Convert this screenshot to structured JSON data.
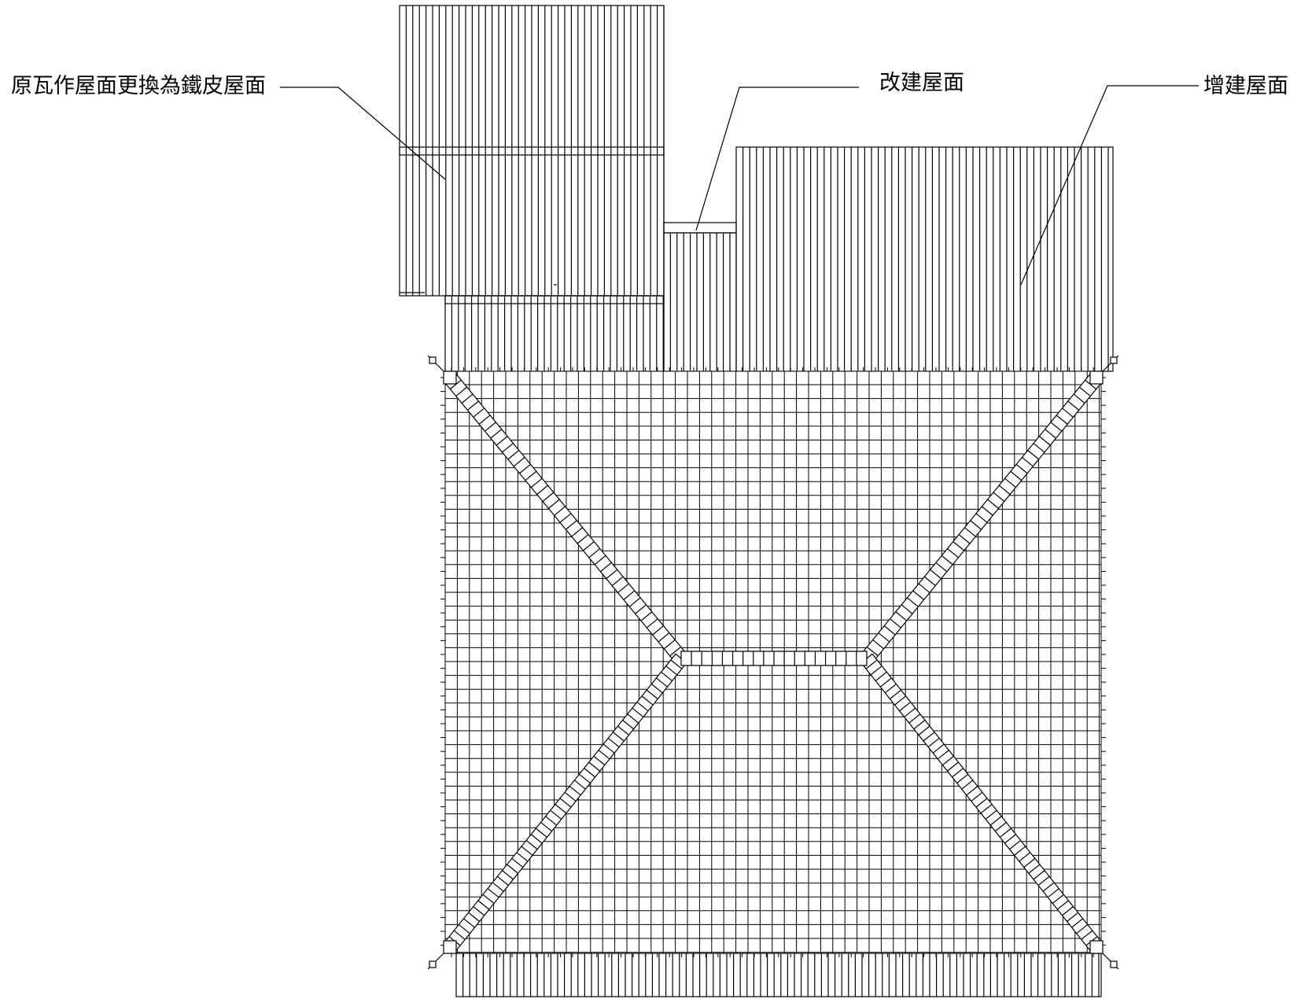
{
  "labels": {
    "metal_roof_replacement": "原瓦作屋面更換為鐵皮屋面",
    "modified_roof": "改建屋面",
    "added_roof": "增建屋面"
  },
  "colors": {
    "stroke": "#000000",
    "background": "#ffffff"
  }
}
